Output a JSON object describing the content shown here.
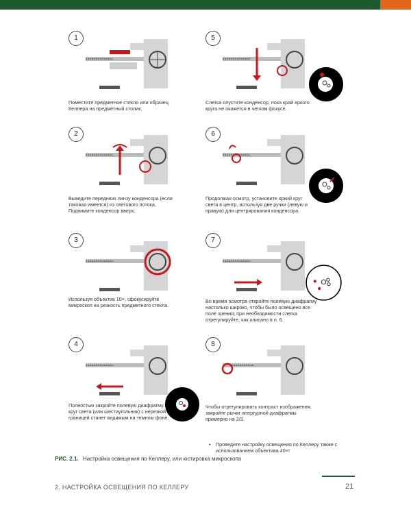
{
  "colors": {
    "header_green": "#1f5a2e",
    "header_orange": "#e2661b",
    "highlight_red": "#c8161d",
    "diagram_gray": "#d5d5d5"
  },
  "steps": [
    {
      "num": "1",
      "text": "Поместите предметное стекло или образец Келлера на предметный столик."
    },
    {
      "num": "2",
      "text": "Выведите переднюю линзу конденсора (если таковая имеется) из светового потока. Поднимите конденсор вверх."
    },
    {
      "num": "3",
      "text": "Используя объектив 10×, сфокусируйте микроскоп на резкость предметного стекла."
    },
    {
      "num": "4",
      "text": "Полностью закройте полевую диафрагму. Яркий круг света (или шестиугольник) с нерезкой границей станет видимым на темном фоне."
    },
    {
      "num": "5",
      "text": "Слегка опустите конденсор, пока край яркого круга не окажется в четком фокусе."
    },
    {
      "num": "6",
      "text": "Продолжая осмотр, установите яркий круг света в центр, используя две ручки (левую и правую) для центрирования конденсора."
    },
    {
      "num": "7",
      "text": "Во время осмотра откройте полевую диафрагму настолько широко, чтобы было освещено все поле зрения; при необходимости слегка отрегулируйте, как описано в п. 6."
    },
    {
      "num": "8",
      "text": "Чтобы отрегулировать контраст изображения, закройте рычаг апертурной диафрагмы примерно на 2/3."
    }
  ],
  "bullet": "Проведите настройку освещения по Келлеру также с использованием объектива 40×!",
  "caption": {
    "label": "РИС. 2.1.",
    "text": "Настройка освещения по Келлеру, или юстировка микроскопа"
  },
  "footer": {
    "title": "2. НАСТРОЙКА ОСВЕЩЕНИЯ ПО КЕЛЛЕРУ",
    "page": "21"
  }
}
